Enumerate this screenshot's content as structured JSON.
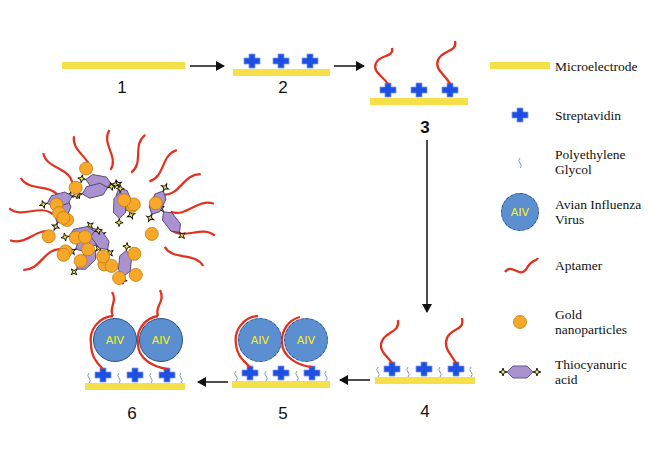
{
  "diagram": {
    "nodes": [
      {
        "text": [
          "AIV"
        ]
      },
      {
        "text": [
          "AIV"
        ]
      },
      {
        "text": [
          "AIV"
        ]
      },
      {
        "text": [
          "AIV"
        ]
      },
      {
        "text": [
          "AIV"
        ]
      }
    ],
    "labels": [
      "1",
      "2",
      "3",
      "4",
      "5",
      "6"
    ],
    "legend": [
      {
        "text": "Microelectrode",
        "color": "#f5e04a"
      },
      {
        "text": "Streptavidin"
      },
      {
        "text": "Polyethylene Glycol"
      },
      {
        "text": "Avian Influenza Virus"
      },
      {
        "text": "Aptamer"
      },
      {
        "text": "Gold nanoparticles"
      },
      {
        "text": "Thiocyanuric acid"
      }
    ]
  }
}
